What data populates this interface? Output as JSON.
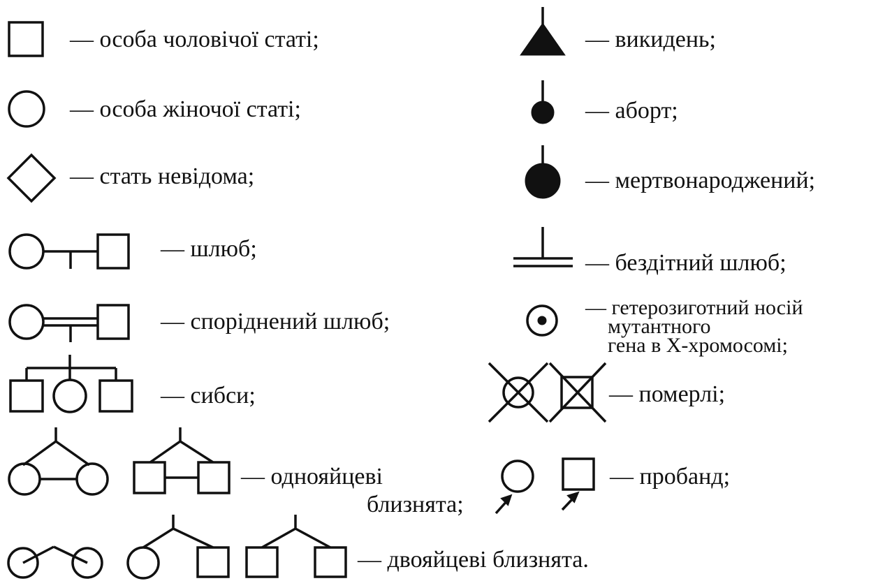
{
  "legend": {
    "male": "— особа чоловічої статі;",
    "female": "— особа жіночої статі;",
    "unknown_sex": "— стать невідома;",
    "marriage": "— шлюб;",
    "consanguineous": "— споріднений шлюб;",
    "sibs": "— сибси;",
    "identical_twins_1": "— однояйцеві",
    "identical_twins_2": "близнята;",
    "fraternal_twins": "— двояйцеві близнята.",
    "miscarriage": "— викидень;",
    "abortion": "— аборт;",
    "stillborn": "— мертвонароджений;",
    "childless": "— бездітний шлюб;",
    "carrier_1": "— гетерозиготний носій",
    "carrier_2": "мутантного",
    "carrier_3": "гена в Х-хромосомі;",
    "deceased": "— померлі;",
    "proband": "— пробанд;"
  }
}
